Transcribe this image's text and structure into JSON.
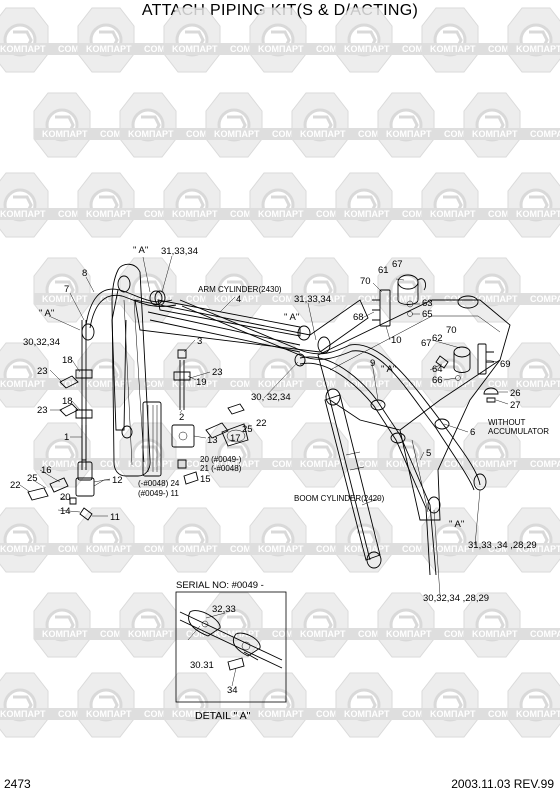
{
  "title": "ATTACH PIPING KIT(S & D/ACTING)",
  "footer": {
    "page_number": "2473",
    "date_rev": "2003.11.03  REV.99"
  },
  "watermark": {
    "brand_left": "KOMПAPT",
    "brand_right": "COMPART"
  },
  "labels": {
    "l_a_top": "\" A\"",
    "l_31_33_34_top": "31,33,34",
    "l_arm_cyl": "ARM CYLINDER(2430)",
    "l_8": "8",
    "l_7": "7",
    "l_4": "4",
    "l_a_left": "\" A\"",
    "l_30_32_34_left": "30,32,34",
    "l_18a": "18",
    "l_23a": "23",
    "l_18b": "18",
    "l_23b": "23",
    "l_3": "3",
    "l_19": "19",
    "l_23c": "23",
    "l_2": "2",
    "l_1": "1",
    "l_13": "13",
    "l_17": "17",
    "l_25a": "25",
    "l_22a": "22",
    "l_20_0049": "20 (#0049-)",
    "l_21_0048": "21 (-#0048)",
    "l_0048_24": "(-#0048) 24",
    "l_0049_11": "(#0049-) 11",
    "l_15": "15",
    "l_12": "12",
    "l_16": "16",
    "l_25b": "25",
    "l_22b": "22",
    "l_20b": "20",
    "l_14": "14",
    "l_11": "11",
    "l_30_32_34_mid": "30, 32,34",
    "l_31_33_34_mid": "31,33,34",
    "l_a_mid": "\" A\"",
    "l_70a": "70",
    "l_61": "61",
    "l_67a": "67",
    "l_63": "63",
    "l_65": "65",
    "l_68": "68",
    "l_10": "10",
    "l_9": "9",
    "l_a_right": "\" A\"",
    "l_62": "62",
    "l_70b": "70",
    "l_67b": "67",
    "l_69": "69",
    "l_64": "64",
    "l_66": "66",
    "l_26": "26",
    "l_27": "27",
    "l_without_1": "WITHOUT",
    "l_without_2": "ACCUMULATOR",
    "l_6": "6",
    "l_5": "5",
    "l_boom_cyl": "BOOM CYLINDER(2420)",
    "l_a_bottom": "\" A\"",
    "l_31_bottom": "31,33 ,34 ,28,29",
    "l_30_bottom": "30,32,34 ,28,29",
    "serial": "SERIAL NO: #0049 -",
    "d_32_33": "32,33",
    "d_30_31": "30.31",
    "d_34": "34",
    "detail": "DETAIL   \" A\""
  }
}
